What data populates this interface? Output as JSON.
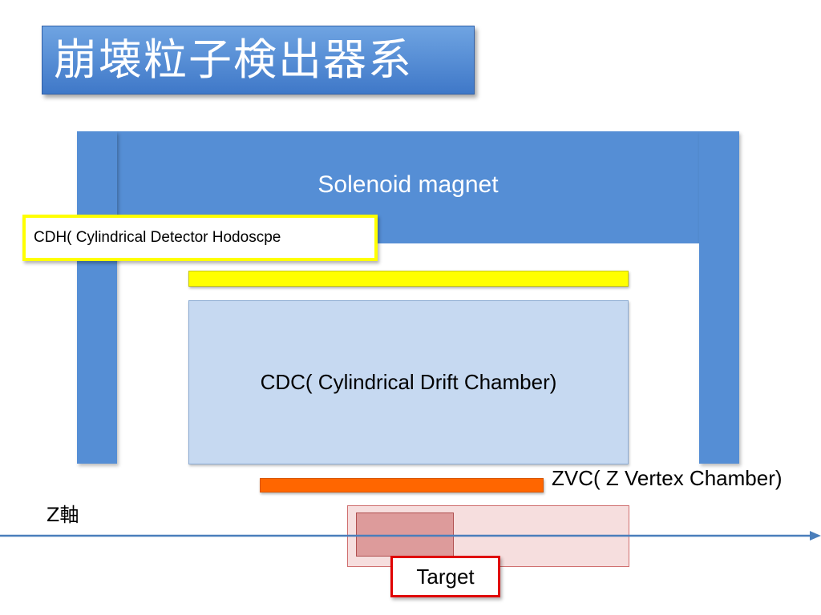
{
  "title": "崩壊粒子検出器系",
  "magnet": {
    "label": "Solenoid magnet"
  },
  "cdh": {
    "label": "CDH( Cylindrical Detector Hodoscpe"
  },
  "cdc": {
    "label": "CDC( Cylindrical Drift Chamber)"
  },
  "zvc": {
    "label": "ZVC( Z Vertex Chamber)"
  },
  "axis": {
    "label": "Z軸"
  },
  "target": {
    "label": "Target"
  },
  "colors": {
    "title_bg": "#4f81bd",
    "magnet": "#558ed5",
    "cdh": "#ffff00",
    "cdc": "#c6d9f1",
    "zvc": "#ff6600",
    "target_box": "#e00000",
    "axis": "#4a7ebb"
  }
}
